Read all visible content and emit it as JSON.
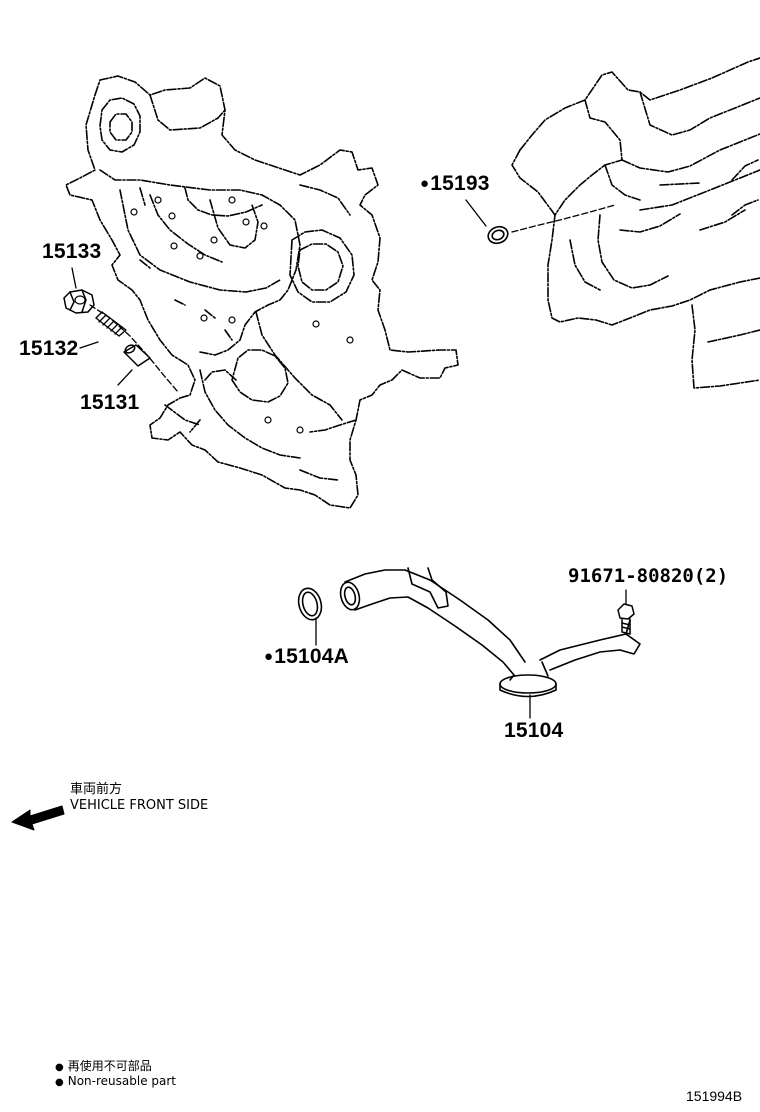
{
  "parts": {
    "p15133": "15133",
    "p15132": "15132",
    "p15131": "15131",
    "p15193": "15193",
    "p15104A": "15104A",
    "p15104": "15104",
    "p91671": "91671-80820(2)"
  },
  "direction": {
    "jp": "車両前方",
    "en": "VEHICLE FRONT SIDE"
  },
  "legend": {
    "jp": "再使用不可部品",
    "en": "Non-reusable part"
  },
  "figure_number": "151994B"
}
